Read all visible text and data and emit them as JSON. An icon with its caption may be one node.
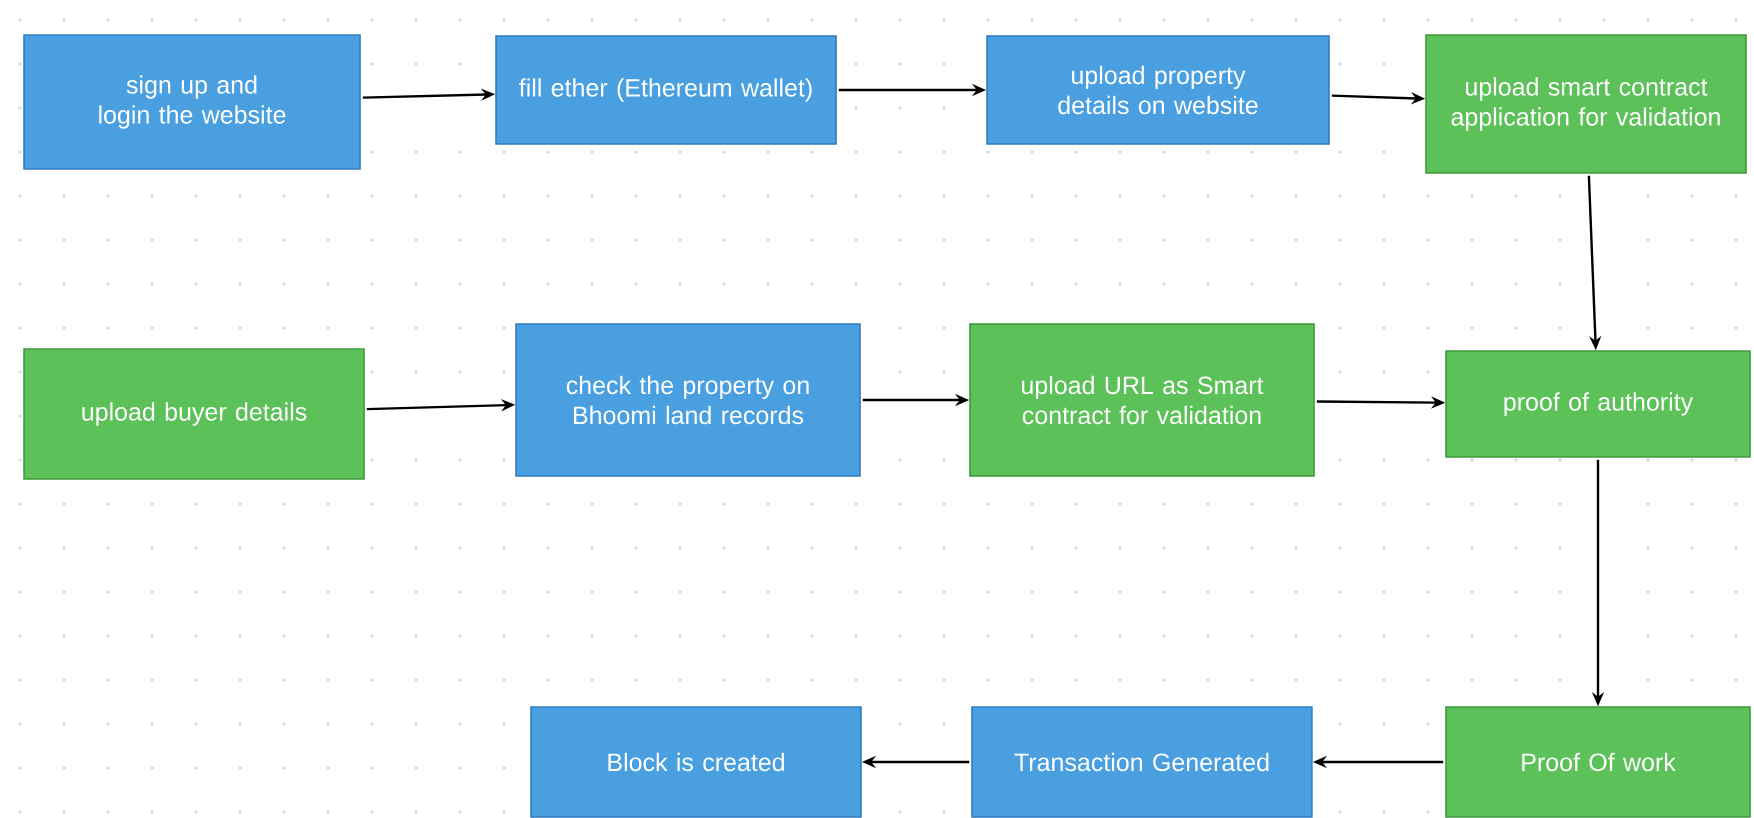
{
  "diagram": {
    "nodes": [
      {
        "text": [
          "sign up and login the website"
        ]
      },
      {
        "text": [
          "fill ether (Ethereum wallet)"
        ]
      },
      {
        "text": [
          "upload property details on website"
        ]
      },
      {
        "text": [
          "upload smart contract application for validation"
        ]
      },
      {
        "text": [
          "upload buyer details"
        ]
      },
      {
        "text": [
          "check the property on Bhoomi land records"
        ]
      },
      {
        "text": [
          "upload URL as Smart contract for validation"
        ]
      },
      {
        "text": [
          "proof of authority"
        ]
      },
      {
        "text": [
          "Proof Of work"
        ]
      },
      {
        "text": [
          "Transaction Generated"
        ]
      },
      {
        "text": [
          "Block is created"
        ]
      }
    ],
    "edges": [
      {
        "from": 0,
        "to": 1,
        "arrow": "to"
      },
      {
        "from": 1,
        "to": 2,
        "arrow": "to"
      },
      {
        "from": 2,
        "to": 3,
        "arrow": "to"
      },
      {
        "from": 3,
        "to": 7,
        "arrow": "to"
      },
      {
        "from": 4,
        "to": 5,
        "arrow": "to"
      },
      {
        "from": 5,
        "to": 6,
        "arrow": "to"
      },
      {
        "from": 6,
        "to": 7,
        "arrow": "to"
      },
      {
        "from": 7,
        "to": 8,
        "arrow": "to"
      },
      {
        "from": 8,
        "to": 9,
        "arrow": "to"
      },
      {
        "from": 9,
        "to": 10,
        "arrow": "to"
      }
    ]
  }
}
